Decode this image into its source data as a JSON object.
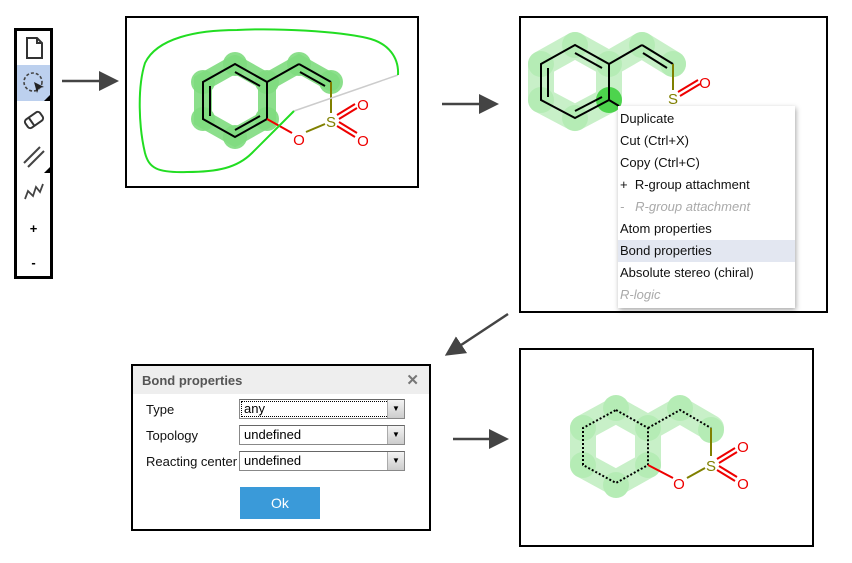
{
  "toolbar": {
    "items": [
      {
        "icon": "new-document-icon"
      },
      {
        "icon": "lasso-select-icon",
        "selected": true
      },
      {
        "icon": "eraser-icon"
      },
      {
        "icon": "double-bond-icon"
      },
      {
        "icon": "chain-icon"
      },
      {
        "icon": "zoom-in-icon",
        "label": "+"
      },
      {
        "icon": "zoom-out-icon",
        "label": "-"
      }
    ]
  },
  "molecule": {
    "sulfur": "S",
    "oxygen": "O"
  },
  "context_menu": {
    "items": [
      {
        "label": "Duplicate"
      },
      {
        "label": "Cut (Ctrl+X)"
      },
      {
        "label": "Copy (Ctrl+C)"
      },
      {
        "label": "+  R-group attachment"
      },
      {
        "label": "-   R-group attachment",
        "disabled": true
      },
      {
        "label": "Atom properties"
      },
      {
        "label": "Bond properties",
        "highlighted": true
      },
      {
        "label": "Absolute stereo (chiral)"
      },
      {
        "label": "R-logic",
        "disabled": true
      }
    ]
  },
  "dialog": {
    "title": "Bond properties",
    "close": "✕",
    "fields": [
      {
        "label": "Type",
        "value": "any"
      },
      {
        "label": "Topology",
        "value": "undefined"
      },
      {
        "label": "Reacting center",
        "value": "undefined"
      }
    ],
    "ok_label": "Ok"
  },
  "colors": {
    "highlight": "#7fdc7f",
    "lasso": "#22dd22",
    "oxygen": "#ee0000",
    "sulfur": "#808000",
    "ok_button": "#3a9ad9",
    "menu_highlight": "#e3e7f1"
  }
}
